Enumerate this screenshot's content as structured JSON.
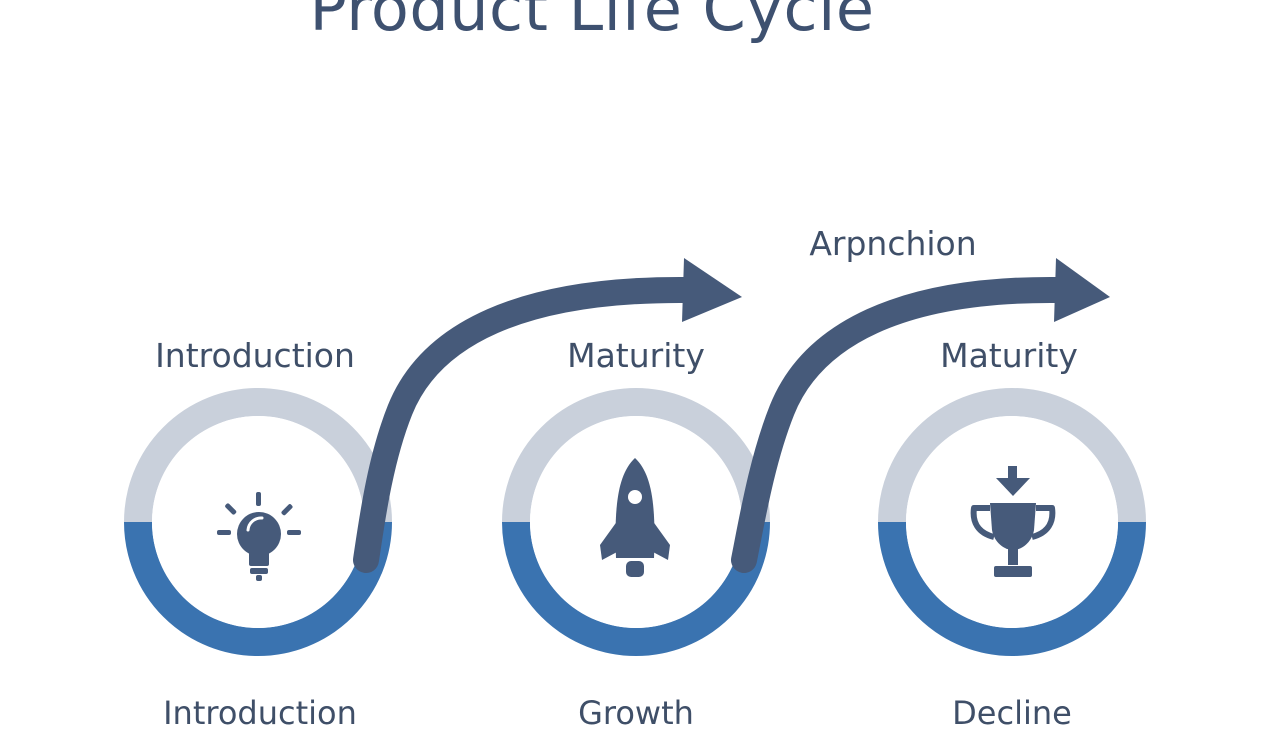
{
  "title": "Product Life Cycle",
  "arrow_label": "Arpnchion",
  "stages": [
    {
      "top_label": "Introduction",
      "bottom_label": "Introduction",
      "icon": "lightbulb-icon"
    },
    {
      "top_label": "Maturity",
      "bottom_label": "Growth",
      "icon": "rocket-icon"
    },
    {
      "top_label": "Maturity",
      "bottom_label": "Decline",
      "icon": "trophy-icon"
    }
  ],
  "colors": {
    "dark_slate": "#465a7a",
    "ring_light": "#c9d0db",
    "ring_blue": "#3a73b0",
    "text": "#3f4f68"
  }
}
